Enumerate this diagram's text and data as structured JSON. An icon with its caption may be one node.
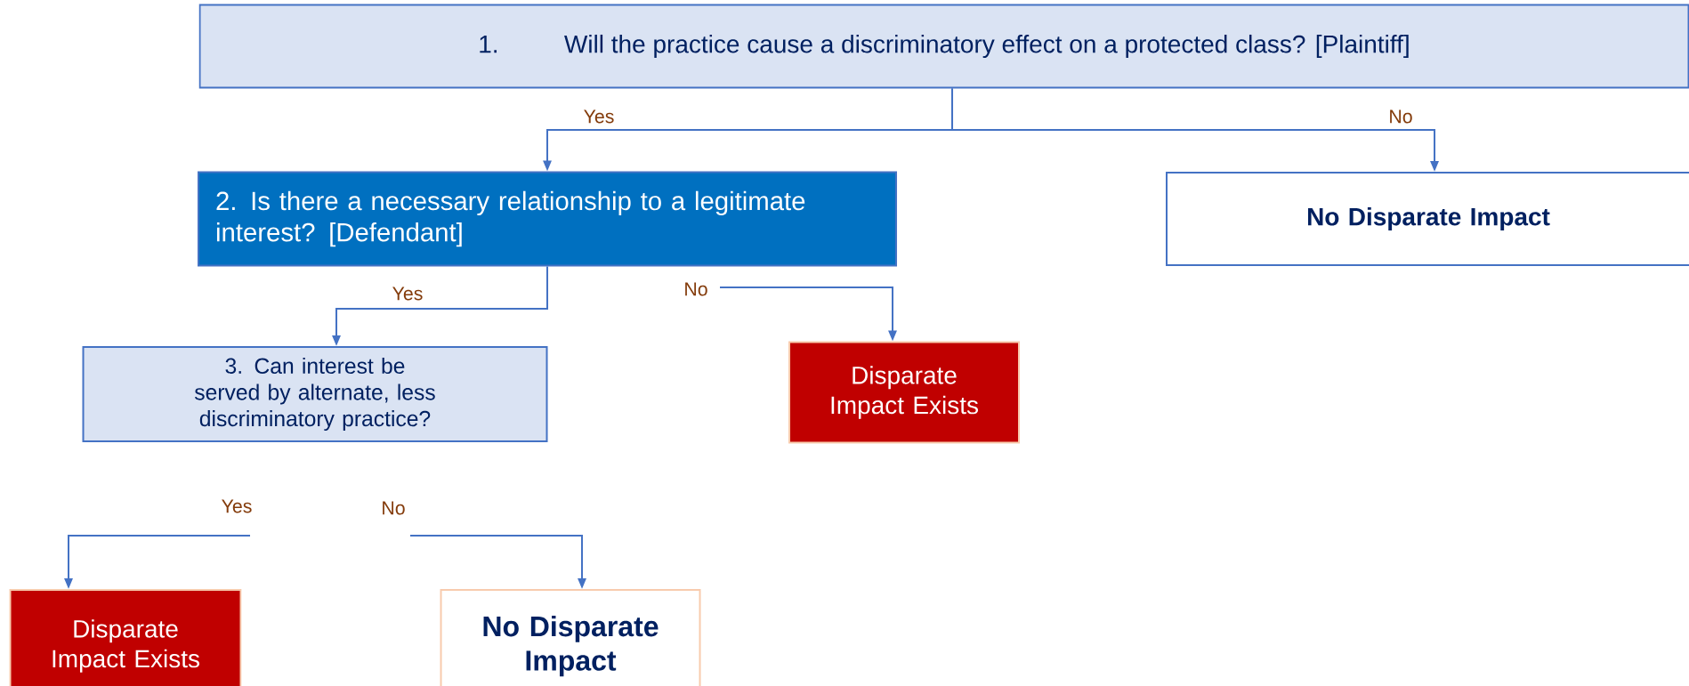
{
  "diagram": {
    "nodes": [
      {
        "text": [
          "1.",
          "Will the practice cause a discriminatory effect on a protected class? [Plaintiff]"
        ]
      },
      {
        "text": [
          "2. Is there a necessary relationship to a legitimate interest? [Defendant]"
        ]
      },
      {
        "text": [
          "No Disparate Impact"
        ]
      },
      {
        "text": [
          "3. Can interest be served by alternate, less discriminatory practice?"
        ]
      },
      {
        "text": [
          "Disparate Impact Exists"
        ]
      },
      {
        "text": [
          "Disparate Impact Exists"
        ]
      },
      {
        "text": [
          "No Disparate Impact"
        ]
      }
    ],
    "edges": [
      {
        "from": 0,
        "to": 1,
        "arrow": "to",
        "label": "Yes"
      },
      {
        "from": 0,
        "to": 2,
        "arrow": "to",
        "label": "No"
      },
      {
        "from": 1,
        "to": 3,
        "arrow": "to",
        "label": "Yes"
      },
      {
        "from": null,
        "to": 4,
        "arrow": "to",
        "label": "No"
      },
      {
        "from": null,
        "to": 5,
        "arrow": "to",
        "label": "Yes"
      },
      {
        "from": null,
        "to": 6,
        "arrow": "to",
        "label": "No"
      }
    ]
  }
}
